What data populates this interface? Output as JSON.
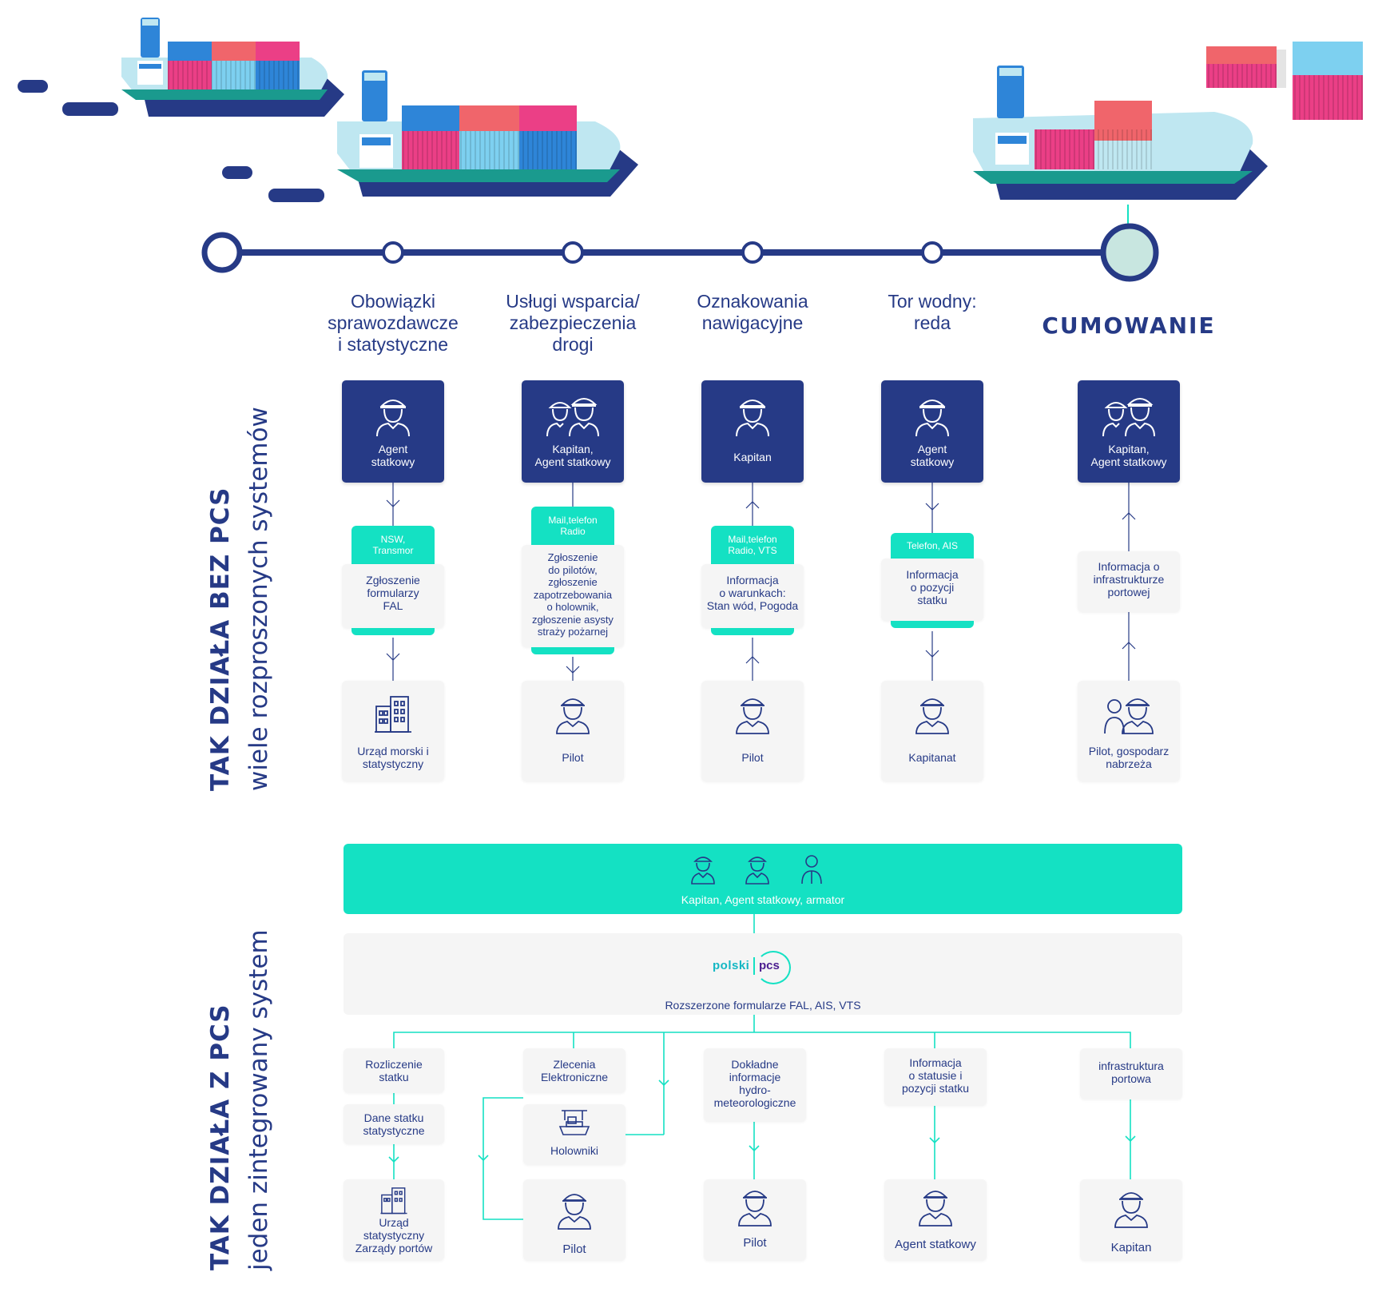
{
  "stages": [
    {
      "label": "Obowiązki\nsprawozdawcze\ni statystyczne"
    },
    {
      "label": "Usługi wsparcia/\nzabezpieczenia\ndrogi"
    },
    {
      "label": "Oznakowania\nnawigacyjne"
    },
    {
      "label": "Tor wodny:\nreda"
    },
    {
      "label": "CUMOWANIE"
    }
  ],
  "without_pcs": {
    "title_bold": "TAK DZIAŁA BEZ PCS",
    "title_light": "wiele rozproszonych systemów",
    "columns": [
      {
        "actor": "Agent\nstatkowy",
        "channel": "NSW,\nTransmor",
        "info": "Zgłoszenie\nformularzy\nFAL",
        "target": "Urząd morski i\nstatystyczny"
      },
      {
        "actor": "Kapitan,\nAgent statkowy",
        "channel": "Mail,telefon\nRadio",
        "info": "Zgłoszenie\ndo pilotów,\nzgłoszenie\nzapotrzebowania\no holownik,\nzgłoszenie asysty\nstraży pożarnej",
        "target": "Pilot"
      },
      {
        "actor": "Kapitan",
        "channel": "Mail,telefon\nRadio, VTS",
        "info": "Informacja\no warunkach:\nStan wód, Pogoda",
        "target": "Pilot"
      },
      {
        "actor": "Agent\nstatkowy",
        "channel": "Telefon, AIS",
        "info": "Informacja\no pozycji\nstatku",
        "target": "Kapitanat"
      },
      {
        "actor": "Kapitan,\nAgent statkowy",
        "channel": "",
        "info": "Informacja o\ninfrastrukturze\nportowej",
        "target": "Pilot, gospodarz\nnabrzeża"
      }
    ]
  },
  "with_pcs": {
    "title_bold": "TAK DZIAŁA Z PCS",
    "title_light": "jeden zintegrowany system",
    "users_label": "Kapitan, Agent statkowy, armator",
    "logo_left": "polski",
    "logo_right": "pcs",
    "system_label": "Rozszerzone formularze FAL, AIS, VTS",
    "flows": {
      "rozliczenie": "Rozliczenie\nstatku",
      "dane": "Dane statku\nstatystyczne",
      "urzad": "Urząd\nstatystyczny\nZarządy portów",
      "zlecenia": "Zlecenia\nElektroniczne",
      "holowniki": "Holowniki",
      "pilot1": "Pilot",
      "hydro": "Dokładne\ninformacje\nhydro-\nmeteorologiczne",
      "pilot2": "Pilot",
      "statusie": "Informacja\no statusie i\npozycji statku",
      "agent": "Agent statkowy",
      "infra": "infrastruktura\nportowa",
      "kapitan": "Kapitan"
    }
  },
  "colors": {
    "navy": "#263a86",
    "teal": "#14e1c3",
    "gray": "#f5f5f5"
  }
}
